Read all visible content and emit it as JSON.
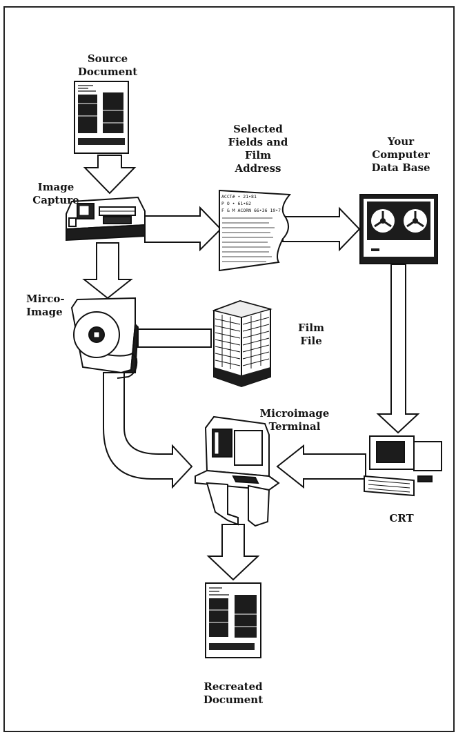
{
  "labels": {
    "source_document": [
      "Source",
      "Document"
    ],
    "selected_fields": [
      "Selected",
      "Fields and",
      "Film",
      "Address"
    ],
    "computer_db": [
      "Your",
      "Computer",
      "Data Base"
    ],
    "image_capture": [
      "Image",
      "Capture"
    ],
    "micro_image": [
      "Mirco-",
      "Image"
    ],
    "film_file": [
      "Film",
      "File"
    ],
    "microimage_terminal": [
      "Microimage",
      "Terminal"
    ],
    "crt": [
      "CRT"
    ],
    "recreated_document": [
      "Recreated",
      "Document"
    ]
  },
  "record_lines": [
    "ACCT# • 21•81",
    "P O  • 61•62",
    "F & M ACORN 66•36 19•7"
  ]
}
